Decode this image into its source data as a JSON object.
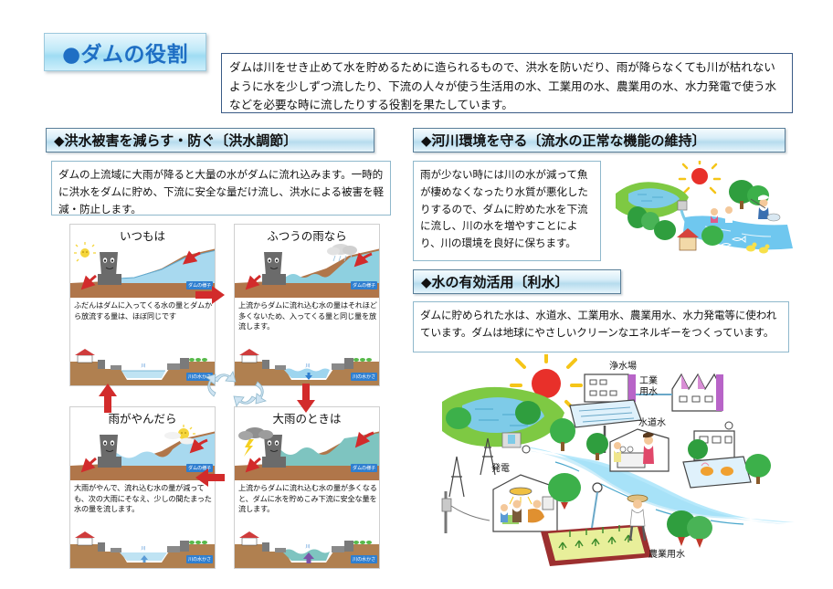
{
  "title": {
    "bullet": "●",
    "text": "ダムの役割"
  },
  "intro": {
    "text": "ダムは川をせき止めて水を貯めるために造られるもので、洪水を防いだり、雨が降らなくても川が枯れないように水を少しずつ流したり、下流の人々が使う生活用の水、工業用の水、農業用の水、水力発電で使う水などを必要な時に流したりする役割を果たしています。"
  },
  "sections": {
    "flood": {
      "heading": "◆洪水被害を減らす・防ぐ〔洪水調節〕",
      "body": "ダムの上流域に大雨が降ると大量の水がダムに流れ込みます。一時的に洪水をダムに貯め、下流に安全な量だけ流し、洪水による被害を軽減・防止します。"
    },
    "river": {
      "heading": "◆河川環境を守る〔流水の正常な機能の維持〕",
      "body": "雨が少ない時には川の水が減って魚が棲めなくなったり水質が悪化したりするので、ダムに貯めた水を下流に流し、川の水を増やすことにより、川の環境を良好に保ちます。"
    },
    "use": {
      "heading": "◆水の有効活用〔利水〕",
      "body": "ダムに貯められた水は、水道水、工業用水、農業用水、水力発電等に使われています。ダムは地球にやさしいクリーンなエネルギーをつくっています。"
    }
  },
  "panels": [
    {
      "id": "top-left",
      "title": "いつもは",
      "caption": "ふだんはダムに入ってくる水の量とダムから放流する量は、ほぼ同じです",
      "dam_label": "ダムの様子",
      "river_label": "川の水かさ",
      "weather": "sun"
    },
    {
      "id": "top-right",
      "title": "ふつうの雨なら",
      "caption": "上流からダムに流れ込む水の量はそれほど多くないため、入ってくる量と同じ量を放流します。",
      "dam_label": "ダムの様子",
      "river_label": "川の水かさ",
      "weather": "rain"
    },
    {
      "id": "bottom-left",
      "title": "雨がやんだら",
      "caption": "大雨がやんで、流れ込む水の量が減っても、次の大雨にそなえ、少しの間たまった水の量を流します。",
      "dam_label": "ダムの様子",
      "river_label": "川の水かさ",
      "weather": "sun-cloud"
    },
    {
      "id": "bottom-right",
      "title": "大雨のときは",
      "caption": "上流からダムに流れ込む水の量が多くなると、ダムに水を貯めこみ下流に安全な量を流します。",
      "dam_label": "ダムの様子",
      "river_label": "川の水かさ",
      "weather": "storm"
    }
  ],
  "use_illustration_labels": {
    "water_plant": "浄水場",
    "industrial_water": "工業用水",
    "tap_water": "水道水",
    "power_generation": "発電",
    "agricultural_water": "農業用水"
  },
  "colors": {
    "title_text": "#1f6fc4",
    "header_border": "#5a7f99",
    "intro_border": "#3a5a86",
    "box_border": "#8fb8cc",
    "water": "#9ed5ef",
    "water_dark": "#7ec4c0",
    "earth": "#b0764a",
    "dam_body": "#6b6b6b",
    "red_arrow": "#d22b2b",
    "cycle_arrow": "#cfe4f2",
    "sun": "#f5d53b",
    "tree_green": "#34a043",
    "label_blue": "#2f7fd0"
  }
}
